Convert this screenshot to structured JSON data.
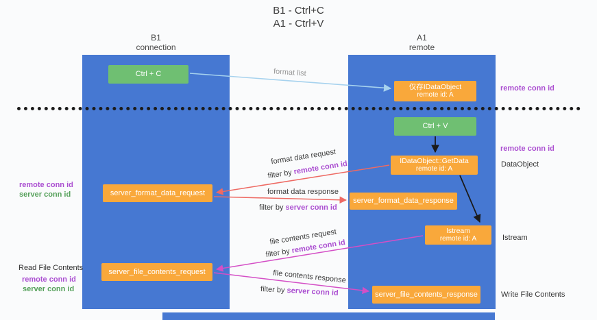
{
  "title": {
    "line1": "B1 - Ctrl+C",
    "line2": "A1 - Ctrl+V"
  },
  "lanes": {
    "left": {
      "name": "B1",
      "sub": "connection"
    },
    "right": {
      "name": "A1",
      "sub": "remote"
    }
  },
  "boxes": {
    "ctrl_c": {
      "label": "Ctrl + C"
    },
    "idataobject": {
      "line1": "仅存IDataObject",
      "line2": "remote id: A"
    },
    "ctrl_v": {
      "label": "Ctrl + V"
    },
    "getdata": {
      "line1": "IDataObject::GetData",
      "line2": "remote id: A"
    },
    "format_request": {
      "label": "server_format_data_request"
    },
    "format_response": {
      "label": "server_format_data_response"
    },
    "istream": {
      "line1": "Istream",
      "line2": "remote id: A"
    },
    "file_request": {
      "label": "server_file_contents_request"
    },
    "file_response": {
      "label": "server_file_contents_response"
    }
  },
  "arrows": {
    "format_list": {
      "label": "format list"
    },
    "format_data_request": {
      "label": "format data request",
      "filter_prefix": "filter by ",
      "filter_key": "remote conn id"
    },
    "format_data_response": {
      "label": "format data response",
      "filter_prefix": "filter by ",
      "filter_key": "server conn id"
    },
    "file_contents_request": {
      "label": "file contents request",
      "filter_prefix": "filter by ",
      "filter_key": "remote conn id"
    },
    "file_contents_response": {
      "label": "file contents response",
      "filter_prefix": "filter by ",
      "filter_key": "server conn id"
    }
  },
  "annotations": {
    "right_remote_1": "remote conn id",
    "right_remote_2": "remote conn id",
    "dataobject": "DataObject",
    "istream": "Istream",
    "write_file_contents": "Write File Contents",
    "read_file_contents": "Read File Contents",
    "left_remote_1": "remote conn id",
    "left_server_1": "server conn id",
    "left_remote_2": "remote conn id",
    "left_server_2": "server conn id"
  },
  "colors": {
    "lane_blue": "#4678d2",
    "box_green": "#6fbf72",
    "box_orange": "#f9a83b",
    "purple_text": "#ab4fd1",
    "green_text": "#55a05a",
    "arrow_red": "#ee6a63",
    "arrow_magenta": "#d44fc6",
    "arrow_light_blue": "#a6d2ee",
    "arrow_black": "#1b1b1b"
  }
}
